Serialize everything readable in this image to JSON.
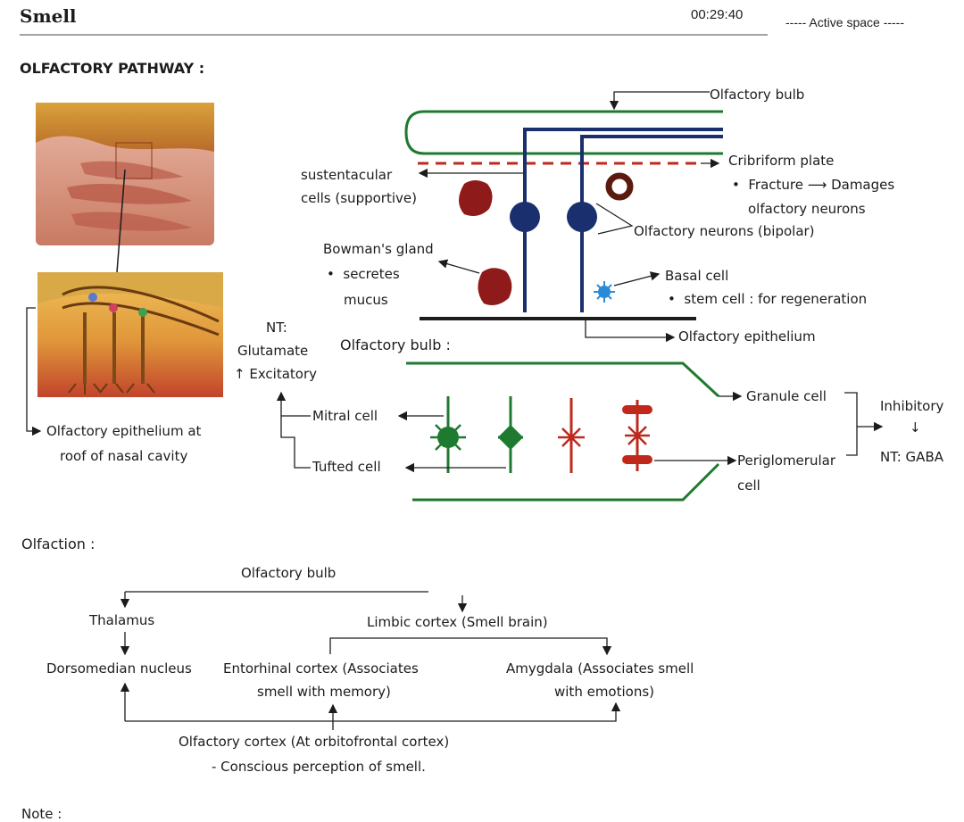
{
  "header": {
    "title": "Smell",
    "timer": "00:29:40",
    "active_space": "----- Active space -----"
  },
  "section1": {
    "heading": "OLFACTORY PATHWAY :",
    "diagram_labels": {
      "olfactory_bulb_top": "Olfactory bulb",
      "cribriform_plate": "Cribriform plate",
      "fracture": "Fracture",
      "damages": "Damages",
      "olfactory_neurons_damage": "olfactory neurons",
      "sustentacular_1": "sustentacular",
      "sustentacular_2": "cells (supportive)",
      "olfactory_neurons_bipolar": "Olfactory neurons (bipolar)",
      "bowmans_gland": "Bowman's gland",
      "secretes": "secretes",
      "mucus": "mucus",
      "basal_cell": "Basal cell",
      "stem_cell": "stem cell : for regeneration",
      "olfactory_epithelium": "Olfactory epithelium",
      "nt": "NT:",
      "glutamate": "Glutamate",
      "excitatory": "↑ Excitatory",
      "olfactory_bulb_sub": "Olfactory bulb :",
      "granule_cell": "Granule cell",
      "inhibitory": "Inhibitory",
      "arrow_down": "↓",
      "nt_gaba": "NT: GABA",
      "periglomerular_1": "Periglomerular",
      "periglomerular_2": "cell",
      "mitral_cell": "Mitral cell",
      "tufted_cell": "Tufted cell",
      "caption_1": "Olfactory epithelium at",
      "caption_2": "roof of nasal cavity"
    }
  },
  "section2": {
    "heading": "Olfaction :",
    "flow": {
      "olfactory_bulb": "Olfactory bulb",
      "thalamus": "Thalamus",
      "limbic": "Limbic cortex (Smell brain)",
      "dorsomedian": "Dorsomedian nucleus",
      "entorhinal_1": "Entorhinal cortex (Associates",
      "entorhinal_2": "smell with memory)",
      "amygdala_1": "Amygdala (Associates smell",
      "amygdala_2": "with emotions)",
      "olfactory_cortex_1": "Olfactory cortex (At orbitofrontal cortex)",
      "olfactory_cortex_2": "- Conscious perception of smell."
    }
  },
  "note": "Note :",
  "colors": {
    "green": "#1e7a2e",
    "navy": "#1a2f6e",
    "red": "#c0281c",
    "maroon": "#8e1a1a"
  }
}
